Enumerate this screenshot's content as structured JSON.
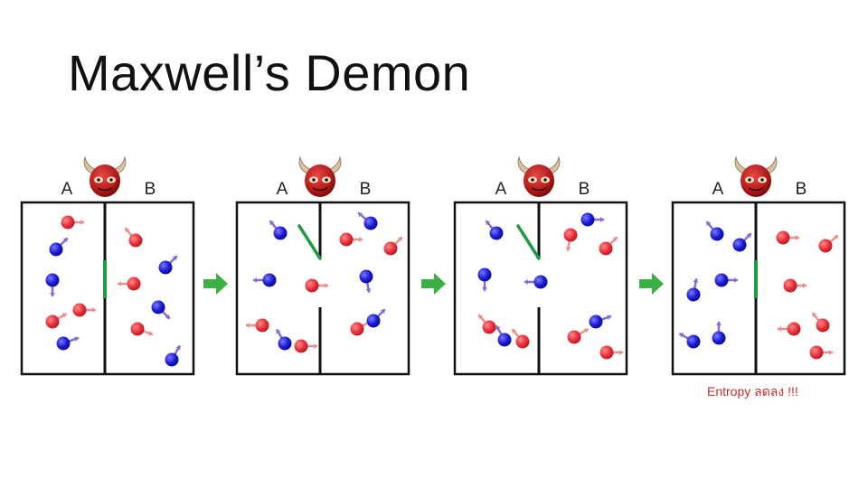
{
  "slide": {
    "title": "Maxwell’s Demon",
    "caption": "Entropy ลดลง !!!"
  },
  "diagram": {
    "label_a": "A",
    "label_b": "B",
    "colors": {
      "red_molecule": "#e8303a",
      "blue_molecule": "#1a1ad6",
      "red_arrow": "#e89090",
      "blue_arrow": "#8a6ad0",
      "door": "#1e9a40",
      "next_arrow": "#3cb043",
      "demon_face": "#b01818",
      "demon_horn": "#d8c4a0",
      "wall": "#111111"
    },
    "panels": [
      {
        "state": "before",
        "door": "closed"
      },
      {
        "state": "sorting",
        "door": "open"
      },
      {
        "state": "sorting",
        "door": "open"
      },
      {
        "state": "sorted",
        "door": "closed"
      }
    ]
  }
}
